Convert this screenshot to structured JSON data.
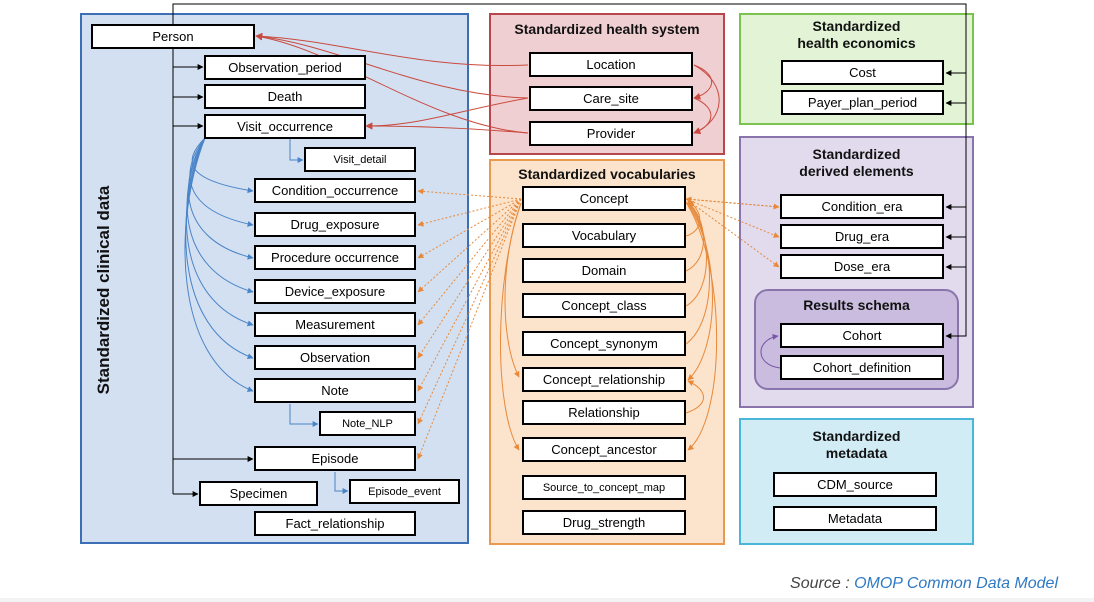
{
  "panels": {
    "clinical": {
      "title": "Standardized clinical data",
      "border": "#3d6fb6",
      "fill": "#d3e0f1"
    },
    "health_system": {
      "title": "Standardized health system",
      "border": "#b8474d",
      "fill": "#f0cfd2"
    },
    "health_economics": {
      "title": "Standardized\nhealth economics",
      "border": "#7cc24e",
      "fill": "#e3f3d6"
    },
    "vocabularies": {
      "title": "Standardized vocabularies",
      "border": "#e99a4e",
      "fill": "#fbe3cc"
    },
    "derived": {
      "title": "Standardized\nderived elements",
      "border": "#8a74ac",
      "fill": "#e2dbee"
    },
    "results": {
      "title": "Results schema",
      "border": "#8a74ac",
      "fill": "#c9bcde"
    },
    "metadata": {
      "title": "Standardized\nmetadata",
      "border": "#4ab7d8",
      "fill": "#d2ecf6"
    }
  },
  "tables": {
    "person": "Person",
    "observation_period": "Observation_period",
    "death": "Death",
    "visit_occurrence": "Visit_occurrence",
    "visit_detail": "Visit_detail",
    "condition_occurrence": "Condition_occurrence",
    "drug_exposure": "Drug_exposure",
    "procedure_occurrence": "Procedure occurrence",
    "device_exposure": "Device_exposure",
    "measurement": "Measurement",
    "observation": "Observation",
    "note": "Note",
    "note_nlp": "Note_NLP",
    "episode": "Episode",
    "specimen": "Specimen",
    "episode_event": "Episode_event",
    "fact_relationship": "Fact_relationship",
    "location": "Location",
    "care_site": "Care_site",
    "provider": "Provider",
    "cost": "Cost",
    "payer_plan_period": "Payer_plan_period",
    "concept": "Concept",
    "vocabulary": "Vocabulary",
    "domain": "Domain",
    "concept_class": "Concept_class",
    "concept_synonym": "Concept_synonym",
    "concept_relationship": "Concept_relationship",
    "relationship": "Relationship",
    "concept_ancestor": "Concept_ancestor",
    "source_to_concept_map": "Source_to_concept_map",
    "drug_strength": "Drug_strength",
    "condition_era": "Condition_era",
    "drug_era": "Drug_era",
    "dose_era": "Dose_era",
    "cohort": "Cohort",
    "cohort_definition": "Cohort_definition",
    "cdm_source": "CDM_source",
    "metadata": "Metadata"
  },
  "colors": {
    "health_system_links": "#c94a3f",
    "vocabulary_links": "#e8893a",
    "clinical_links": "#4a84c8",
    "results_link": "#7a54a8",
    "person_links": "#000000"
  },
  "footer": {
    "prefix": "Source : ",
    "link": "OMOP Common Data Model"
  }
}
